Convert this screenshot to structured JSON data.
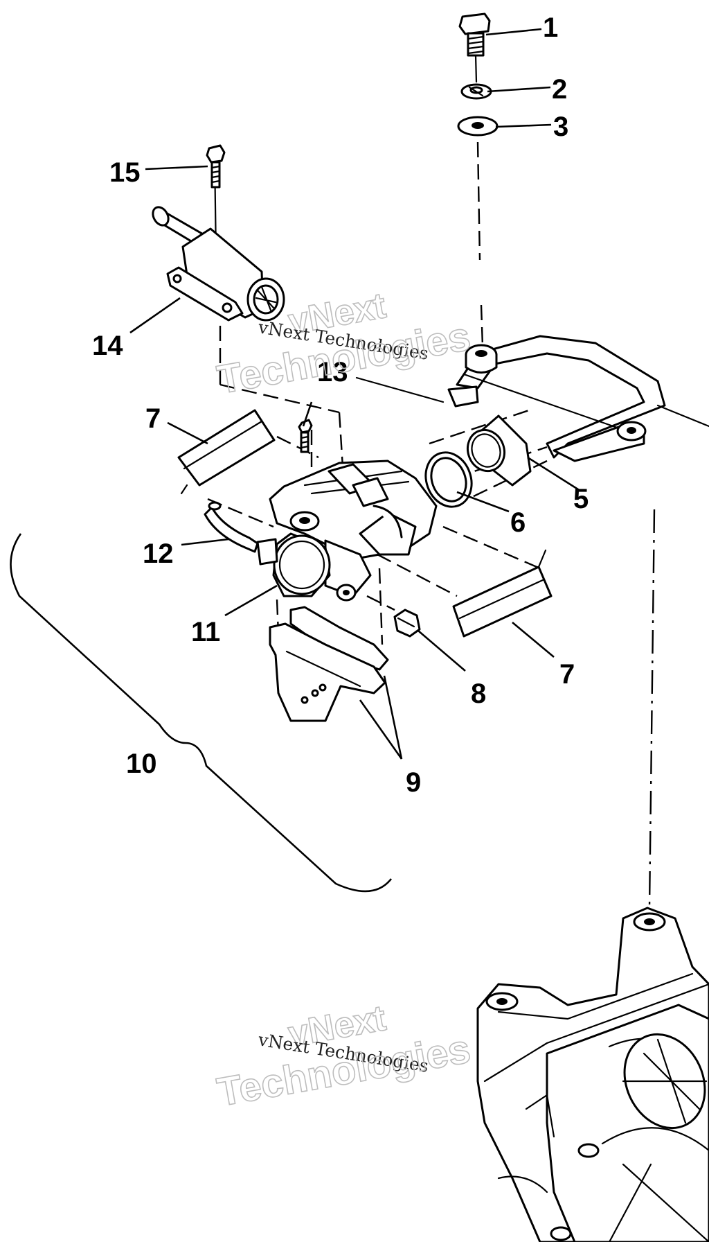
{
  "callouts": {
    "c1": "1",
    "c2": "2",
    "c3": "3",
    "c5": "5",
    "c6": "6",
    "c7a": "7",
    "c7b": "7",
    "c8": "8",
    "c9": "9",
    "c10": "10",
    "c11": "11",
    "c12": "12",
    "c13": "13",
    "c14": "14",
    "c15": "15"
  },
  "watermarks": {
    "top": {
      "line1": "vNext",
      "line2": "vNext Technologies",
      "line3": "Technologies"
    },
    "bottom": {
      "line1": "vNext",
      "line2": "vNext Technologies",
      "line3": "Technologies"
    }
  }
}
